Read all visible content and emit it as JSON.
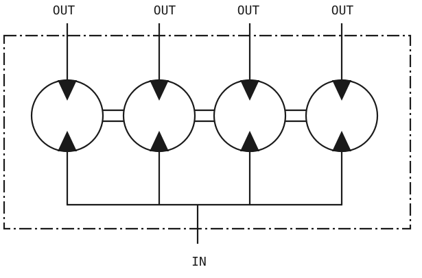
{
  "diagram": {
    "output_labels": [
      "OUT",
      "OUT",
      "OUT",
      "OUT"
    ],
    "input_label": "IN",
    "unit_count": 4,
    "colors": {
      "stroke": "#1a1a1a",
      "fill": "#ffffff",
      "background": "#ffffff"
    }
  }
}
